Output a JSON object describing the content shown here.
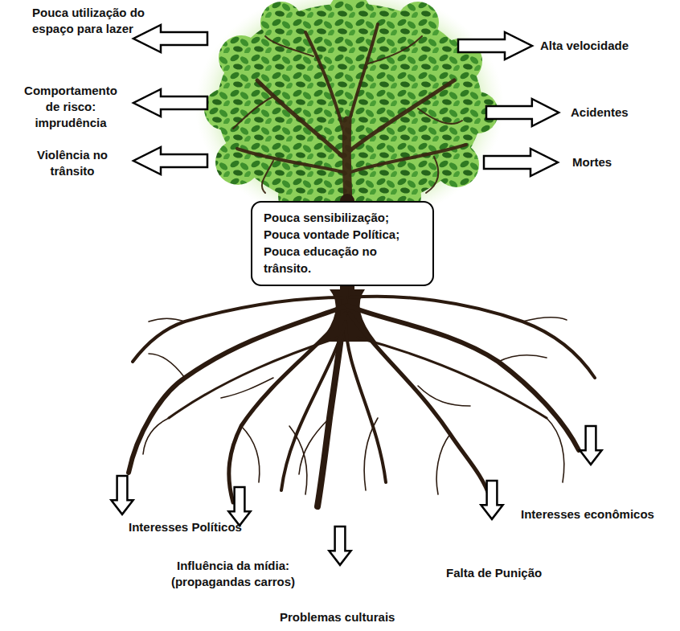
{
  "diagram": {
    "nodes": [
      {
        "text": [
          "Pouca sensibilização;",
          "Pouca vontade Política;",
          "Pouca educação no trânsito."
        ]
      }
    ],
    "labels": [
      "Pouca utilização do espaço para lazer",
      "Comportamento de risco: imprudência",
      "Violência no trânsito",
      "Alta velocidade",
      "Acidentes",
      "Mortes",
      "Interesses Políticos",
      "Influência da mídia: (propagandas carros)",
      "Problemas culturais",
      "Falta de Punição",
      "Interesses econômicos"
    ]
  }
}
